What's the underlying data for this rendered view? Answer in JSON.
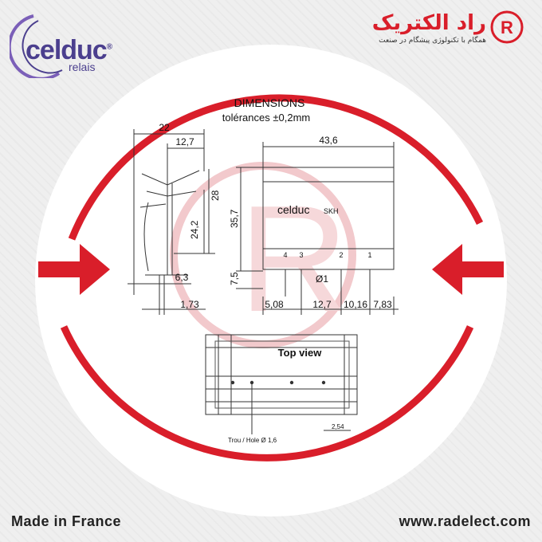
{
  "brand": {
    "name": "celduc",
    "registered": "®",
    "sub": "relais"
  },
  "rad": {
    "name": "راد الکتریک",
    "tagline": "همگام با تکنولوژی پیشگام در صنعت",
    "logo_letter": "R"
  },
  "footer": {
    "made_in": "Made in France",
    "website": "www.radelect.com"
  },
  "drawing": {
    "title": "DIMENSIONS",
    "subtitle": "tolérances ±0,2mm",
    "device_label": "celduc",
    "device_model": "SKH",
    "side": {
      "w22": "22",
      "w127": "12,7",
      "h28": "28",
      "h242": "24,2",
      "w63": "6,3",
      "w173": "1,73"
    },
    "front": {
      "w436": "43,6",
      "h357": "35,7",
      "h75": "7,5",
      "pins": [
        "4",
        "3",
        "2",
        "1"
      ],
      "dia": "Ø1",
      "d508": "5,08",
      "d127": "12,7",
      "d1016": "10,16",
      "d783": "7,83"
    },
    "top": {
      "title": "Top view",
      "hole": "Trou / Hole  Ø 1,6",
      "pitch": "2,54"
    }
  },
  "colors": {
    "accent": "#d91e2a",
    "brand": "#4b3f8e"
  }
}
